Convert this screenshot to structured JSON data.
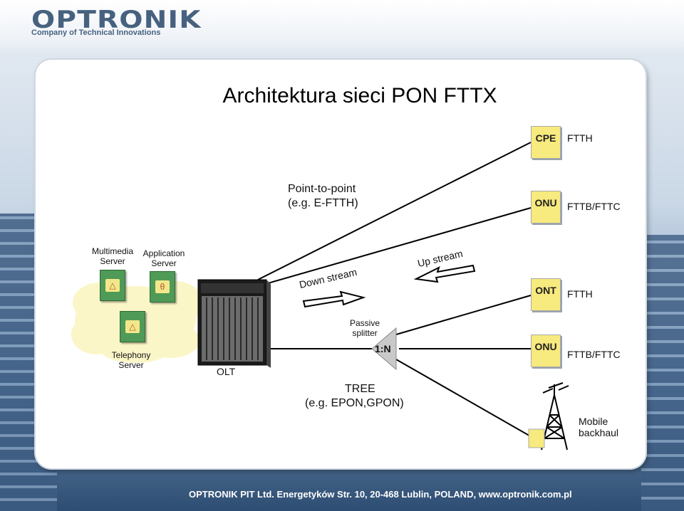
{
  "header": {
    "logo_text": "OPTRONIK",
    "logo_subtitle": "Company of Technical Innovations"
  },
  "slide": {
    "title": "Architektura sieci PON FTTX"
  },
  "servers": {
    "multimedia": "Multimedia Server",
    "application": "Application Server",
    "telephony": "Telephony Server"
  },
  "olt_label": "OLT",
  "p2p_label": {
    "line1": "Point-to-point",
    "line2": "(e.g. E-FTTH)"
  },
  "streams": {
    "down": "Down stream",
    "up": "Up stream"
  },
  "splitter": {
    "label_line1": "Passive",
    "label_line2": "splitter",
    "ratio": "1:N"
  },
  "tree_label": {
    "line1": "TREE",
    "line2": "(e.g. EPON,GPON)"
  },
  "endpoints": [
    {
      "device": "CPE",
      "label": "FTTH"
    },
    {
      "device": "ONU",
      "label": "FTTB/FTTC"
    },
    {
      "device": "ONT",
      "label": "FTTH"
    },
    {
      "device": "ONU",
      "label": "FTTB/FTTC"
    }
  ],
  "mobile": {
    "line1": "Mobile",
    "line2": "backhaul"
  },
  "footer": {
    "text": "OPTRONIK PIT Ltd. Energetyków Str. 10, 20-468 Lublin, POLAND, www.optronik.com.pl"
  },
  "colors": {
    "device_fill": "#f7ea7e",
    "server_fill": "#4f9a57",
    "cloud_fill": "#fbf6c8",
    "footer_band": "#1e3454"
  }
}
